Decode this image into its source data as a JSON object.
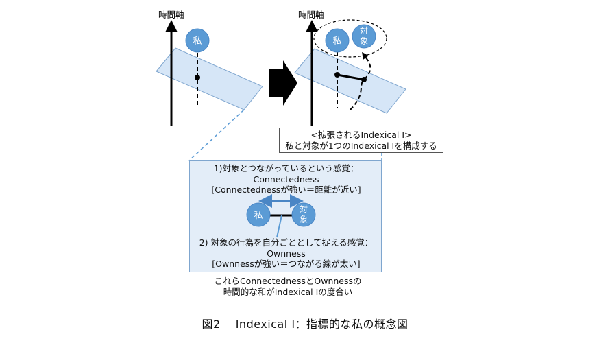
{
  "colors": {
    "circle_fill": "#5b9bd5",
    "circle_stroke": "#4a86c5",
    "plane_fill": "#d6e6f7",
    "plane_stroke": "#7fa6cf",
    "box_fill": "#dfeaf7",
    "arrow_blue": "#4a86c5",
    "dashed_blue": "#5b9bd5"
  },
  "left": {
    "axis_label": "時間軸",
    "self_label": "私"
  },
  "right": {
    "axis_label": "時間軸",
    "self_label": "私",
    "object_label_line1": "対",
    "object_label_line2": "象"
  },
  "callout": {
    "line1": "<拡張されるIndexical I>",
    "line2": "私と対象が1つのIndexical Iを構成する"
  },
  "detail": {
    "item1_line1": "1)対象とつながっているという感覚：",
    "item1_line2": "Connectedness",
    "item1_line3": "[Connectednessが強い＝距離が近い]",
    "self_label": "私",
    "object_label_line1": "対",
    "object_label_line2": "象",
    "item2_line1": "2) 対象の行為を自分ごととして捉える感覚：",
    "item2_line2": "Ownness",
    "item2_line3": "[Ownnessが強い＝つながる線が太い]"
  },
  "summary": {
    "line1": "これらConnectednessとOwnnessの",
    "line2": "時間的な和がIndexical Iの度合い"
  },
  "caption": "図2　 Indexical I：指標的な私の概念図"
}
